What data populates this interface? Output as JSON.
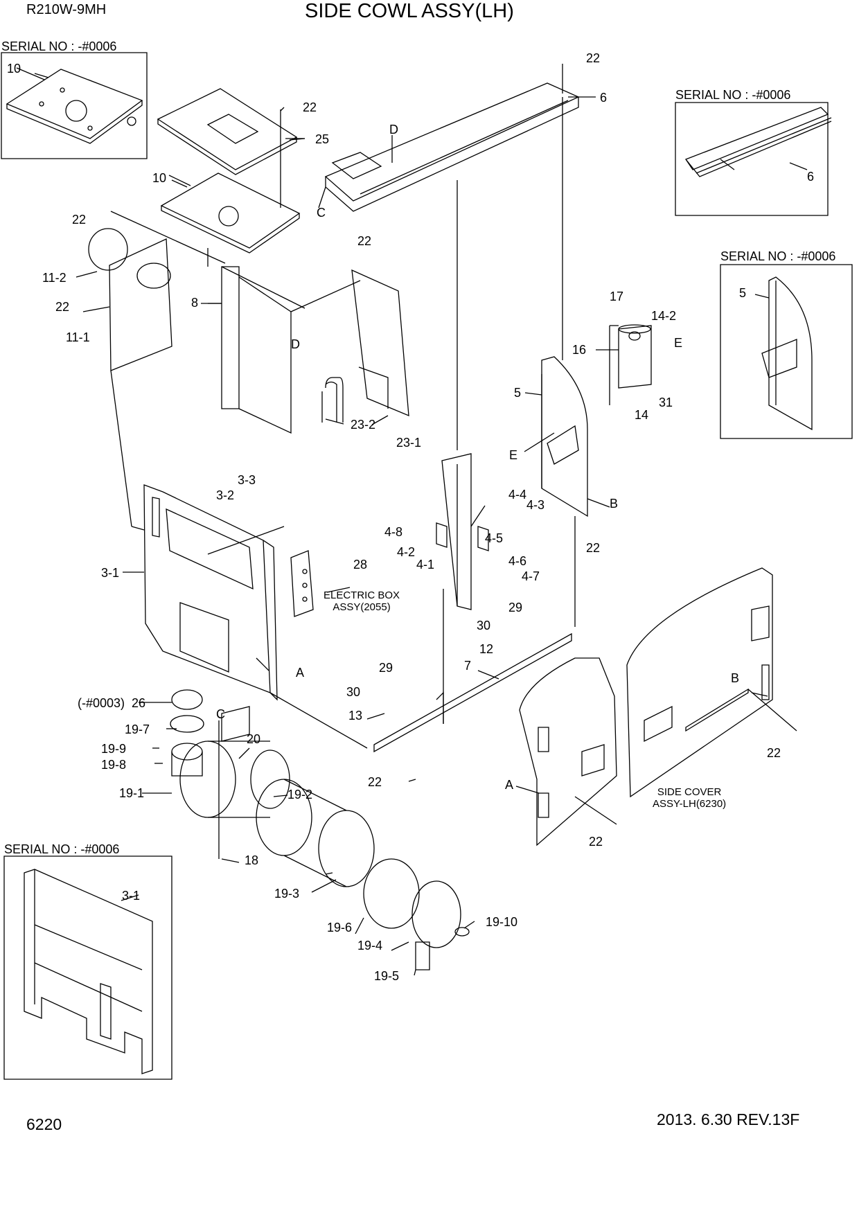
{
  "header": {
    "model": "R210W-9MH",
    "title": "SIDE COWL ASSY(LH)"
  },
  "footer": {
    "page_number": "6220",
    "revision": "2013. 6.30  REV.13F"
  },
  "serial_notes": [
    "SERIAL NO : -#0006",
    "SERIAL NO : -#0006",
    "SERIAL NO : -#0006",
    "SERIAL NO : -#0006"
  ],
  "callouts": [
    "22",
    "6",
    "10",
    "25",
    "22",
    "D",
    "10",
    "C",
    "22",
    "11-2",
    "22",
    "11-1",
    "8",
    "D",
    "22",
    "23-2",
    "23-1",
    "17",
    "14-2",
    "E",
    "16",
    "14",
    "31",
    "5",
    "E",
    "3-3",
    "3-2",
    "4-4",
    "4-3",
    "4-8",
    "4-5",
    "4-2",
    "4-1",
    "4-6",
    "4-7",
    "B",
    "22",
    "28",
    "3-1",
    "29",
    "30",
    "12",
    "A",
    "7",
    "29",
    "30",
    "13",
    "B",
    "22",
    "C",
    "20",
    "19-7",
    "19-9",
    "19-8",
    "19-1",
    "19-2",
    "18",
    "A",
    "22",
    "22",
    "19-3",
    "19-6",
    "19-10",
    "19-4",
    "19-5",
    "6",
    "5",
    "3-1",
    "(-#0003)",
    "26"
  ],
  "assembly_notes": [
    {
      "line1": "ELECTRIC BOX",
      "line2": "ASSY(2055)"
    },
    {
      "line1": "SIDE COVER",
      "line2": "ASSY-LH(6230)"
    }
  ]
}
